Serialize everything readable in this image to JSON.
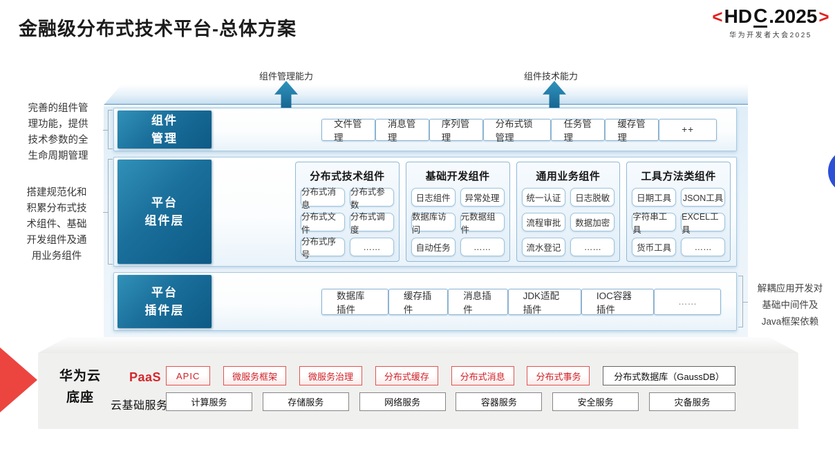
{
  "title": "金融级分布式技术平台-总体方案",
  "logo": {
    "open": "<",
    "pre": "HD",
    "underlined": "C",
    "post": ".2025",
    "close": ">",
    "subtitle": "华为开发者大会2025"
  },
  "capability_arrows": {
    "left": "组件管理能力",
    "right": "组件技术能力"
  },
  "notes": {
    "left_top": "完善的组件管\n理功能，提供\n技术参数的全\n生命周期管理",
    "left_bottom": "搭建规范化和\n积累分布式技\n术组件、基础\n开发组件及通\n用业务组件",
    "right": "解耦应用开发对\n基础中间件及\nJava框架依赖"
  },
  "component_mgmt_row": {
    "label": "组件\n管理",
    "items": [
      "文件管理",
      "消息管理",
      "序列管理",
      "分布式锁管理",
      "任务管理",
      "缓存管理",
      "++"
    ]
  },
  "platform_component_row": {
    "label": "平台\n组件层",
    "groups": [
      {
        "title": "分布式技术组件",
        "items": [
          "分布式消息",
          "分布式参数",
          "分布式文件",
          "分布式调度",
          "分布式序号",
          "……"
        ]
      },
      {
        "title": "基础开发组件",
        "items": [
          "日志组件",
          "异常处理",
          "数据库访问",
          "元数据组件",
          "自动任务",
          "……"
        ]
      },
      {
        "title": "通用业务组件",
        "items": [
          "统一认证",
          "日志脱敏",
          "流程审批",
          "数据加密",
          "流水登记",
          "……"
        ]
      },
      {
        "title": "工具方法类组件",
        "items": [
          "日期工具",
          "JSON工具",
          "字符串工具",
          "EXCEL工具",
          "货币工具",
          "……"
        ]
      }
    ]
  },
  "platform_plugin_row": {
    "label": "平台\n插件层",
    "items": [
      "数据库插件",
      "缓存插件",
      "消息插件",
      "JDK适配插件",
      "IOC容器插件",
      "……"
    ]
  },
  "foundation": {
    "label": "华为云\n底座",
    "paas_label": "PaaS",
    "paas_items": [
      "APIC",
      "微服务框架",
      "微服务治理",
      "分布式缓存",
      "分布式消息",
      "分布式事务"
    ],
    "paas_db_item": "分布式数据库（GaussDB）",
    "cloud_label": "云基础服务",
    "cloud_items": [
      "计算服务",
      "存储服务",
      "网络服务",
      "容器服务",
      "安全服务",
      "灾备服务"
    ]
  },
  "colors": {
    "accent_teal": "#15618d",
    "brand_red": "#e2201f",
    "paas_red": "#d02026",
    "panel_blue": "#e9f3fa",
    "foundation_gray": "#f0f0ef",
    "dot_blue": "#2b4fd7",
    "wedge_red": "#ec4540"
  }
}
